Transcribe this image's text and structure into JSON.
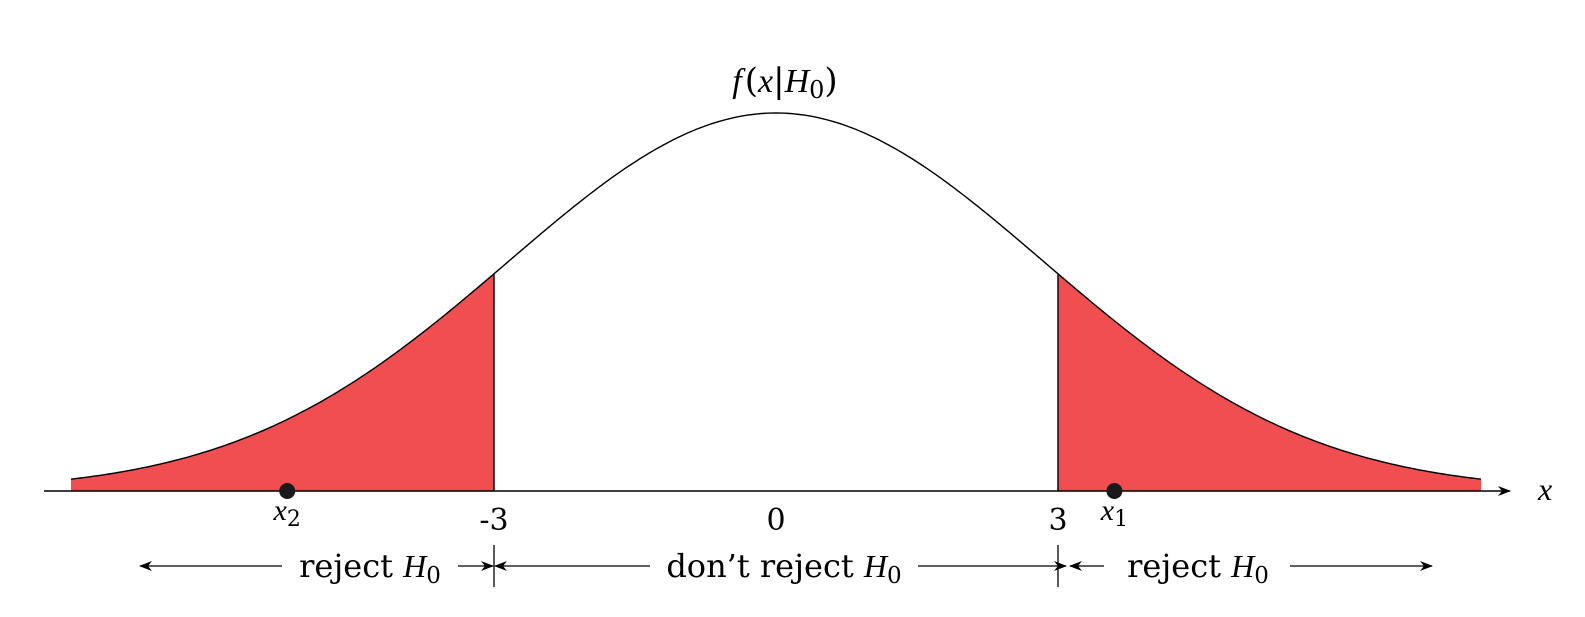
{
  "diagram": {
    "curve_label": {
      "prefix": "f",
      "open": "(",
      "var": "x",
      "bar": "|",
      "H": "H",
      "sub": "0",
      "close": ")"
    },
    "x_axis_label": "x",
    "ticks": [
      "-3",
      "0",
      "3"
    ],
    "critical_values": [
      -3,
      3
    ],
    "points": [
      {
        "name": "x",
        "sub": "2",
        "value": -5.2
      },
      {
        "name": "x",
        "sub": "1",
        "value": 3.6
      }
    ],
    "regions": [
      {
        "text": "reject ",
        "H": "H",
        "sub": "0"
      },
      {
        "text": "don’t reject ",
        "H": "H",
        "sub": "0"
      },
      {
        "text": "reject ",
        "H": "H",
        "sub": "0"
      }
    ],
    "tail_color": "#f04e51",
    "line_color": "#000000"
  }
}
